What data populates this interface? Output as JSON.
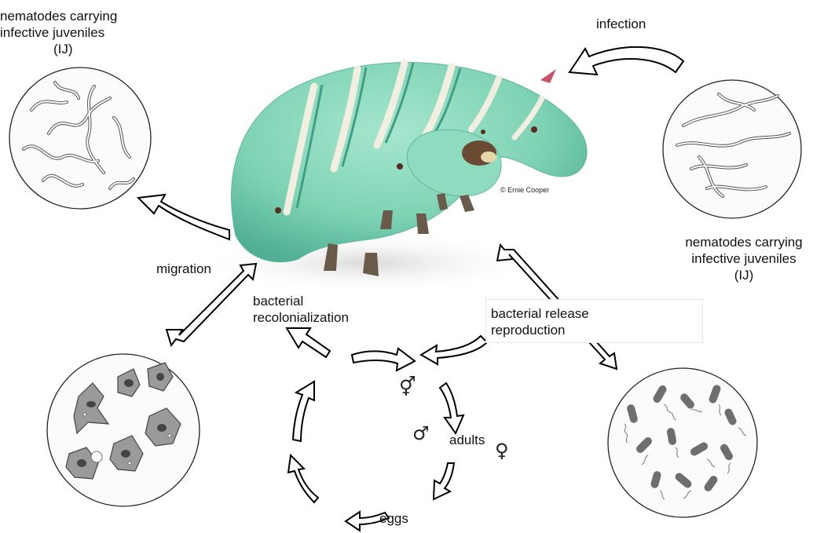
{
  "labels": {
    "nematodes_top_left": [
      "nematodes carrying",
      "infective juveniles",
      "(IJ)"
    ],
    "nematodes_right": [
      "nematodes carrying",
      "infective juveniles",
      "(IJ)"
    ],
    "infection": "infection",
    "migration": "migration",
    "bacterial_recolonialization": [
      "bacterial",
      "recolonialization"
    ],
    "bacterial_release_reproduction": [
      "bacterial release",
      "reproduction"
    ],
    "adults": "adults",
    "eggs": "eggs",
    "photo_credit": "© Ernie Cooper"
  },
  "symbols": {
    "hermaphrodite": "⚥",
    "male": "♂",
    "female": "♀"
  },
  "colors": {
    "caterpillar_body": "#7fd3b5",
    "caterpillar_dark": "#3f9f86",
    "stripe": "#f2efe0",
    "circle_fill": "#fbfbfb",
    "cell_fill": "#9a9a9a",
    "bacteria_fill": "#6e6e6e",
    "arrow_outline": "#000000"
  }
}
